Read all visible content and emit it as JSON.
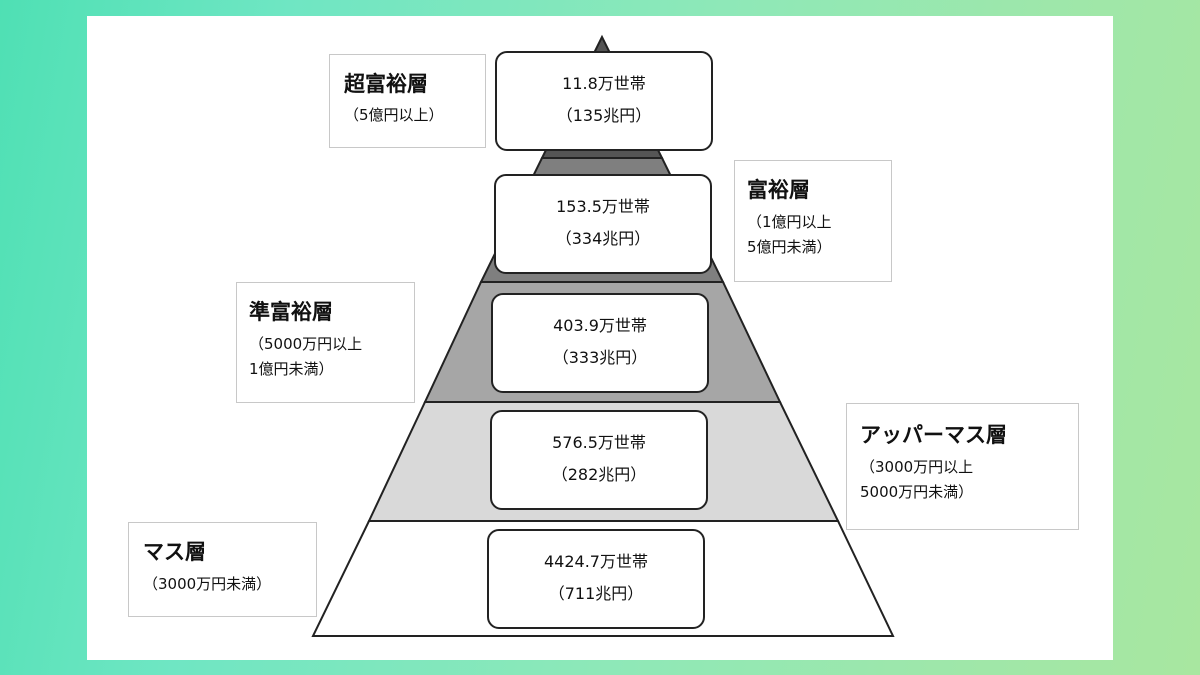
{
  "tiers": [
    {
      "name": "超富裕層",
      "range": "（5億円以上）",
      "households": "11.8万世帯",
      "assets": "（135兆円）",
      "fill": "#555555"
    },
    {
      "name": "富裕層",
      "range": "（1億円以上\n5億円未満）",
      "households": "153.5万世帯",
      "assets": "（334兆円）",
      "fill": "#7f7f7f"
    },
    {
      "name": "準富裕層",
      "range": "（5000万円以上\n1億円未満）",
      "households": "403.9万世帯",
      "assets": "（333兆円）",
      "fill": "#a6a6a6"
    },
    {
      "name": "アッパーマス層",
      "range": "（3000万円以上\n5000万円未満）",
      "households": "576.5万世帯",
      "assets": "（282兆円）",
      "fill": "#d9d9d9"
    },
    {
      "name": "マス層",
      "range": "（3000万円未満）",
      "households": "4424.7万世帯",
      "assets": "（711兆円）",
      "fill": "#ffffff"
    }
  ]
}
